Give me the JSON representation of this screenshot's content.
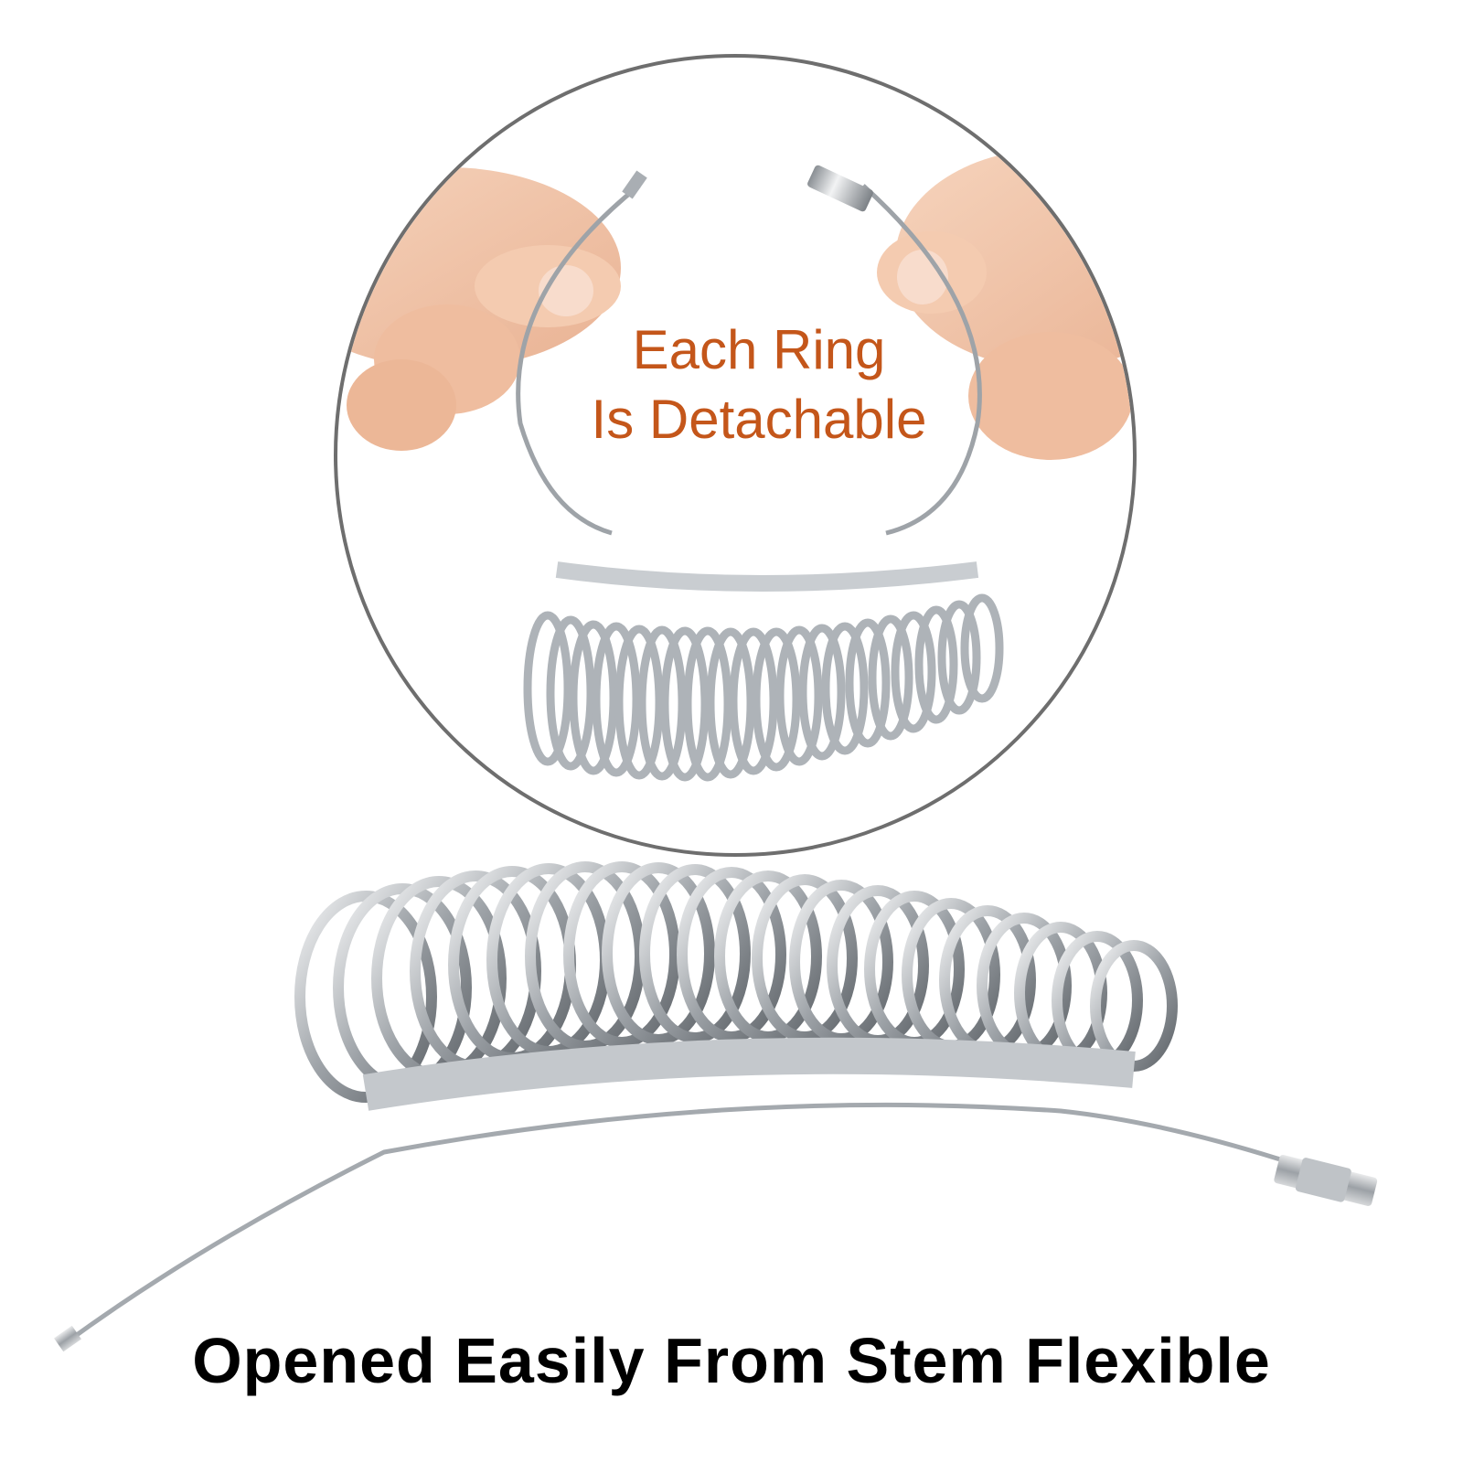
{
  "callout": {
    "line1": "Each Ring",
    "line2": "Is Detachable",
    "color": "#c4561a"
  },
  "caption": {
    "text": "Opened Easily From Stem Flexible"
  },
  "colors": {
    "frame": "#6e6e6e",
    "metal": "#b8bcc0",
    "skin": "#f2c7a8"
  }
}
